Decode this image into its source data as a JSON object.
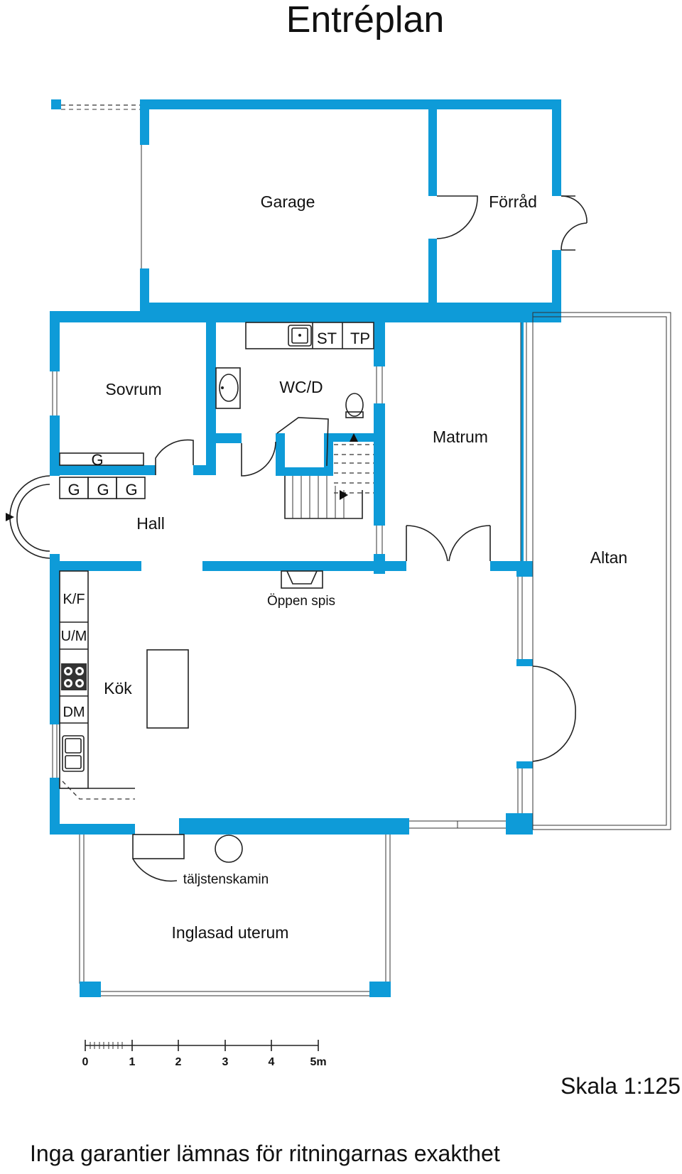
{
  "title": "Entréplan",
  "rooms": {
    "garage": "Garage",
    "forrad": "Förråd",
    "sovrum": "Sovrum",
    "wcd": "WC/D",
    "matrum": "Matrum",
    "hall": "Hall",
    "altan": "Altan",
    "kok": "Kök",
    "uterum": "Inglasad uterum"
  },
  "fixtures": {
    "st": "ST",
    "tp": "TP",
    "g_top": "G",
    "g1": "G",
    "g2": "G",
    "g3": "G",
    "kf": "K/F",
    "um": "U/M",
    "dm": "DM",
    "oppen_spis": "Öppen spis",
    "taljstenskamin": "täljstenskamin"
  },
  "scale_bar": {
    "ticks": [
      "0",
      "1",
      "2",
      "3",
      "4",
      "5m"
    ]
  },
  "scale": "Skala 1:125",
  "disclaimer": "Inga garantier lämnas för ritningarnas exakthet",
  "colors": {
    "wall": "#0e9bd8",
    "line": "#222222",
    "text": "#111111"
  }
}
